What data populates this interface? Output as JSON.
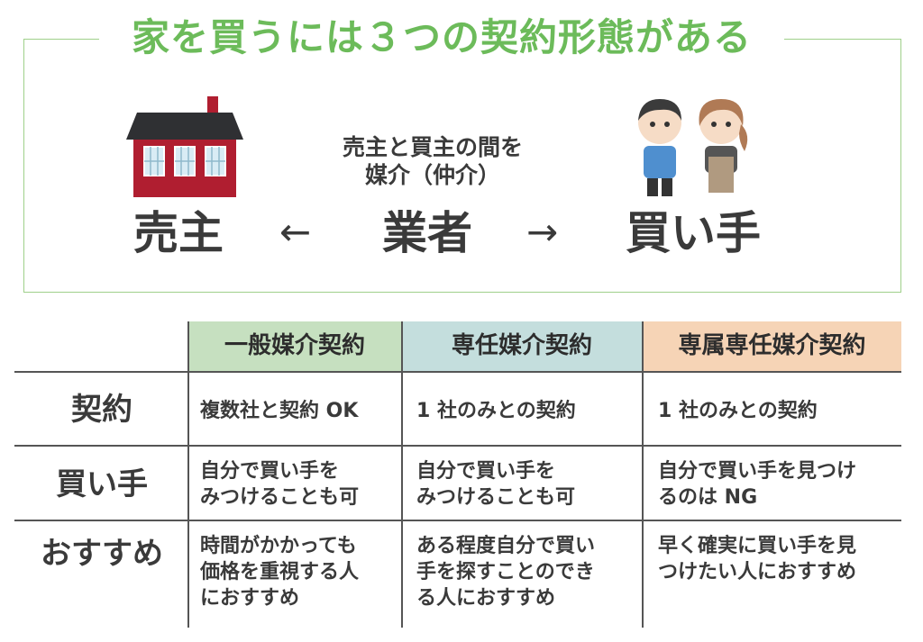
{
  "title": "家を買うには３つの契約形態がある",
  "diagram": {
    "seller": "売主",
    "agent": "業者",
    "buyer": "買い手",
    "arrow_left": "←",
    "arrow_right": "→",
    "mediation_line1": "売主と買主の間を",
    "mediation_line2": "媒介（仲介）"
  },
  "table": {
    "headers": [
      "一般媒介契約",
      "専任媒介契約",
      "専属専任媒介契約"
    ],
    "header_colors": [
      "#c6e0c0",
      "#c4dedd",
      "#f6d4b6"
    ],
    "rows": [
      {
        "label": "契約",
        "cells": [
          "複数社と契約 OK",
          "1 社のみとの契約",
          "1 社のみとの契約"
        ]
      },
      {
        "label": "買い手",
        "cells": [
          "自分で買い手を\nみつけることも可",
          "自分で買い手を\nみつけることも可",
          "自分で買い手を見つけ\nるのは NG"
        ]
      },
      {
        "label": "おすすめ",
        "cells": [
          "時間がかかっても\n価格を重視する人\nにおすすめ",
          "ある程度自分で買い\n手を探すことのでき\nる人におすすめ",
          "早く確実に買い手を見\nつけたい人におすすめ"
        ]
      }
    ]
  }
}
